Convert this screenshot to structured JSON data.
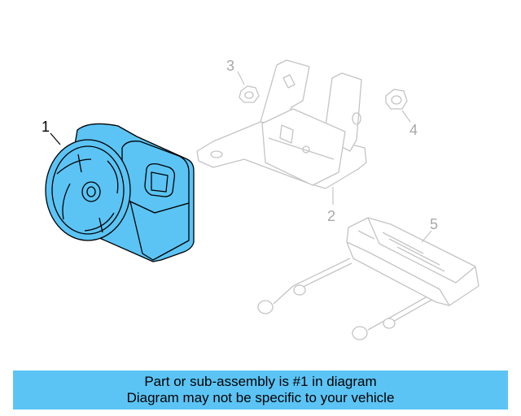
{
  "diagram": {
    "callouts": [
      {
        "number": "1",
        "highlighted": true
      },
      {
        "number": "2",
        "highlighted": false
      },
      {
        "number": "3",
        "highlighted": false
      },
      {
        "number": "4",
        "highlighted": false
      },
      {
        "number": "5",
        "highlighted": false
      }
    ]
  },
  "banner": {
    "line1": "Part or sub-assembly is #1 in diagram",
    "line2": "Diagram may not be specific to your vehicle"
  },
  "colors": {
    "highlight_fill": "#5bc4f5",
    "highlight_stroke": "#000000",
    "faded_stroke": "#c4c4c4",
    "faded_text": "#a8a8a8"
  }
}
